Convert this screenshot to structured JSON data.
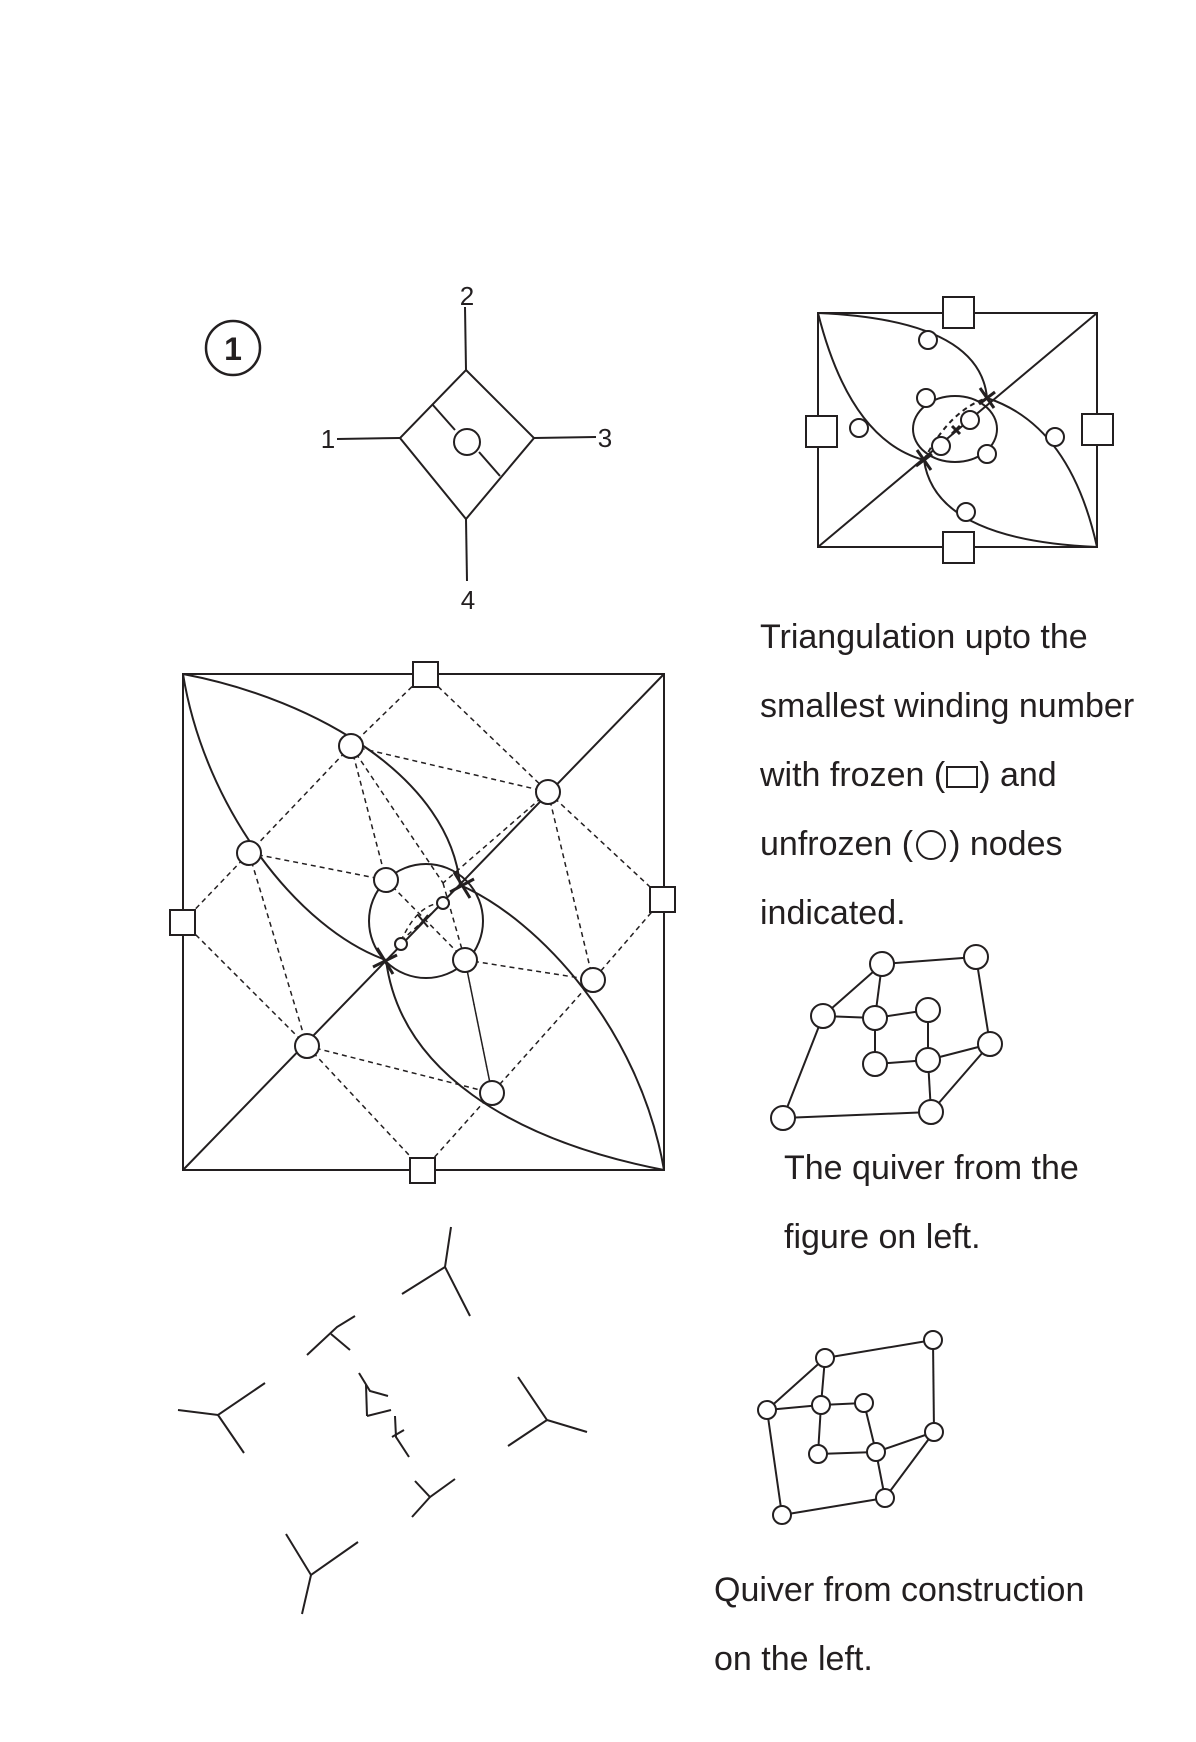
{
  "panel_number": "1",
  "vertex_labels": [
    "1",
    "2",
    "3",
    "4"
  ],
  "triangulation_caption": {
    "line1": "Triangulation upto the",
    "line2": "smallest winding number",
    "line3_before": "with frozen (",
    "line3_after": ") and",
    "line4_before": "unfrozen (",
    "line4_after": ") nodes",
    "line5": "indicated."
  },
  "quiver_caption": {
    "line1": "The quiver from the",
    "line2": "figure on left."
  },
  "construction_caption": {
    "line1": "Quiver from construction",
    "line2": "on the left."
  },
  "colors": {
    "ink": "#231f20",
    "background": "#ffffff"
  },
  "icons": {
    "frozen_node": "square-outline-icon",
    "unfrozen_node": "circle-outline-icon",
    "panel_badge": "circled-number-icon"
  }
}
